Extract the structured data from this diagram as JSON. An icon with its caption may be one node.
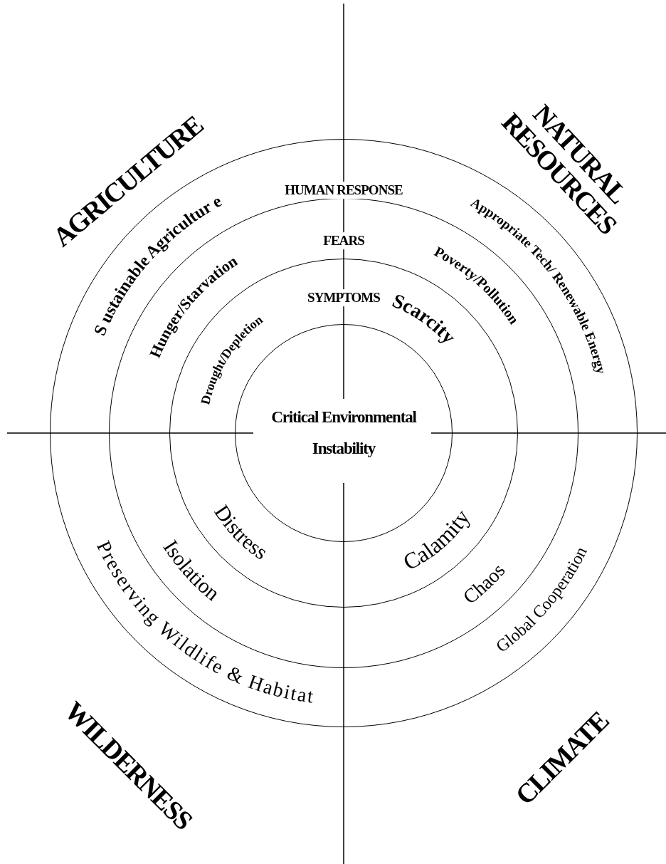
{
  "diagram": {
    "nodes": [
      {
        "text": [
          "HUMAN RESPONSE"
        ]
      },
      {
        "text": [
          "FEARS"
        ],
        "in": 0
      },
      {
        "text": [
          "SYMPTOMS"
        ],
        "in": 1
      },
      {
        "text": [
          "Critical Environmental Instability"
        ],
        "in": 2
      }
    ],
    "labels": [
      "AGRICULTURE",
      "NATURAL RESOURCES",
      "S ustainable Agricultur e",
      "Appropriate Tech/ Renewable Energy",
      "Hunger/Starvation",
      "Poverty/Pollution",
      "Drought/Depletion",
      "Scarcity",
      "Distress",
      "Calamity",
      "Isolation",
      "Chaos",
      "Preserving Wildlife & Habitat",
      "Global Cooperation",
      "WILDERNESS",
      "CLIMATE"
    ]
  }
}
